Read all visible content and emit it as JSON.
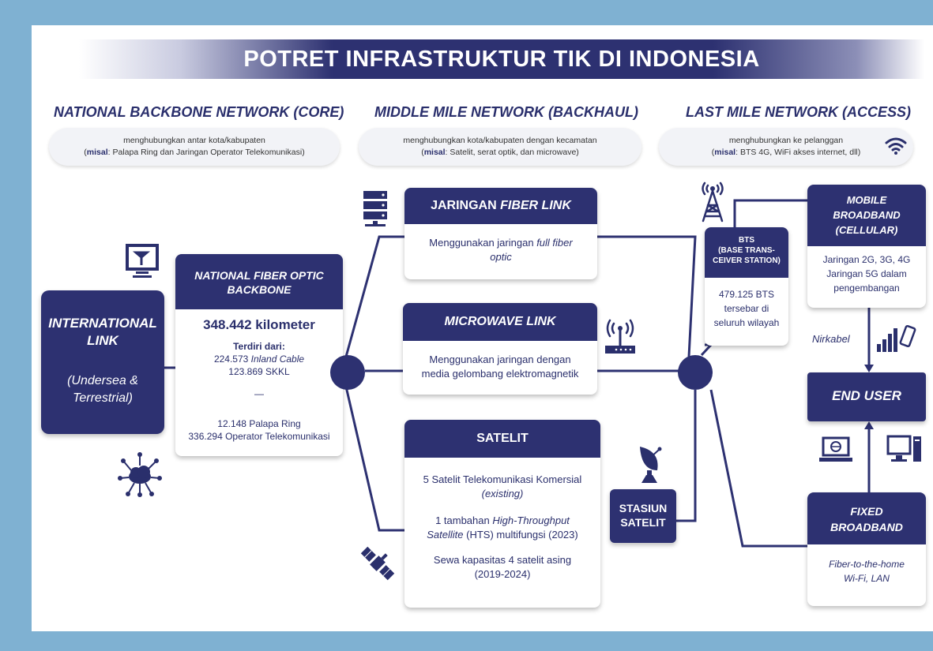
{
  "title": "POTRET INFRASTRUKTUR TIK DI INDONESIA",
  "sections": {
    "core": {
      "heading": "NATIONAL BACKBONE NETWORK (CORE)",
      "desc_line1": "menghubungkan antar kota/kabupaten",
      "desc_bold": "misal",
      "desc_line2": ": Palapa Ring dan Jaringan Operator Telekomunikasi"
    },
    "backhaul": {
      "heading": "MIDDLE MILE NETWORK (BACKHAUL)",
      "desc_line1": "menghubungkan kota/kabupaten dengan kecamatan",
      "desc_bold": "misal",
      "desc_line2": ": Satelit, serat optik, dan microwave"
    },
    "access": {
      "heading": "LAST MILE NETWORK (ACCESS)",
      "desc_line1": "menghubungkan ke pelanggan",
      "desc_bold": "misal",
      "desc_line2": ": BTS 4G, WiFi akses internet, dll"
    }
  },
  "international": {
    "line1": "INTERNATIONAL",
    "line2": "LINK",
    "sub1": "(Undersea &",
    "sub2": "Terrestrial)"
  },
  "backbone": {
    "header1": "NATIONAL FIBER OPTIC",
    "header2": "BACKBONE",
    "length": "348.442 kilometer",
    "consists": "Terdiri dari:",
    "inland_value": "224.573",
    "inland_label": "Inland Cable",
    "skkl": "123.869 SKKL",
    "dash": "—",
    "palapa": "12.148 Palapa Ring",
    "operator": "336.294 Operator Telekomunikasi"
  },
  "fiber": {
    "header_a": "JARINGAN",
    "header_b": "FIBER LINK",
    "body1": "Menggunakan jaringan",
    "body1_it": "full fiber",
    "body2": "optic"
  },
  "microwave": {
    "header": "MICROWAVE LINK",
    "body1": "Menggunakan jaringan dengan",
    "body2": "media gelombang elektromagnetik"
  },
  "satelit": {
    "header": "SATELIT",
    "l1": "5 Satelit Telekomunikasi Komersial",
    "l2": "(existing)",
    "l3a": "1 tambahan",
    "l3b": "High-Throughput",
    "l4a": "Satellite",
    "l4b": "(HTS) multifungsi (2023)",
    "l5": "Sewa kapasitas 4 satelit asing",
    "l6": "(2019-2024)"
  },
  "station": {
    "line1": "STASIUN",
    "line2": "SATELIT"
  },
  "bts": {
    "h1": "BTS",
    "h2": "(BASE TRANS-",
    "h3": "CEIVER STATION)",
    "b1": "479.125 BTS",
    "b2": "tersebar di",
    "b3": "seluruh wilayah"
  },
  "mobile": {
    "h1": "MOBILE",
    "h2": "BROADBAND",
    "h3": "(CELLULAR)",
    "b1": "Jaringan 2G, 3G, 4G",
    "b2": "Jaringan 5G dalam",
    "b3": "pengembangan"
  },
  "nirkabel": "Nirkabel",
  "end_user": "END USER",
  "fixed": {
    "h1": "FIXED",
    "h2": "BROADBAND",
    "b1": "Fiber-to-the-home",
    "b2": "Wi-Fi, LAN"
  },
  "colors": {
    "navy": "#2d3171",
    "frame": "#7fb1d2"
  }
}
